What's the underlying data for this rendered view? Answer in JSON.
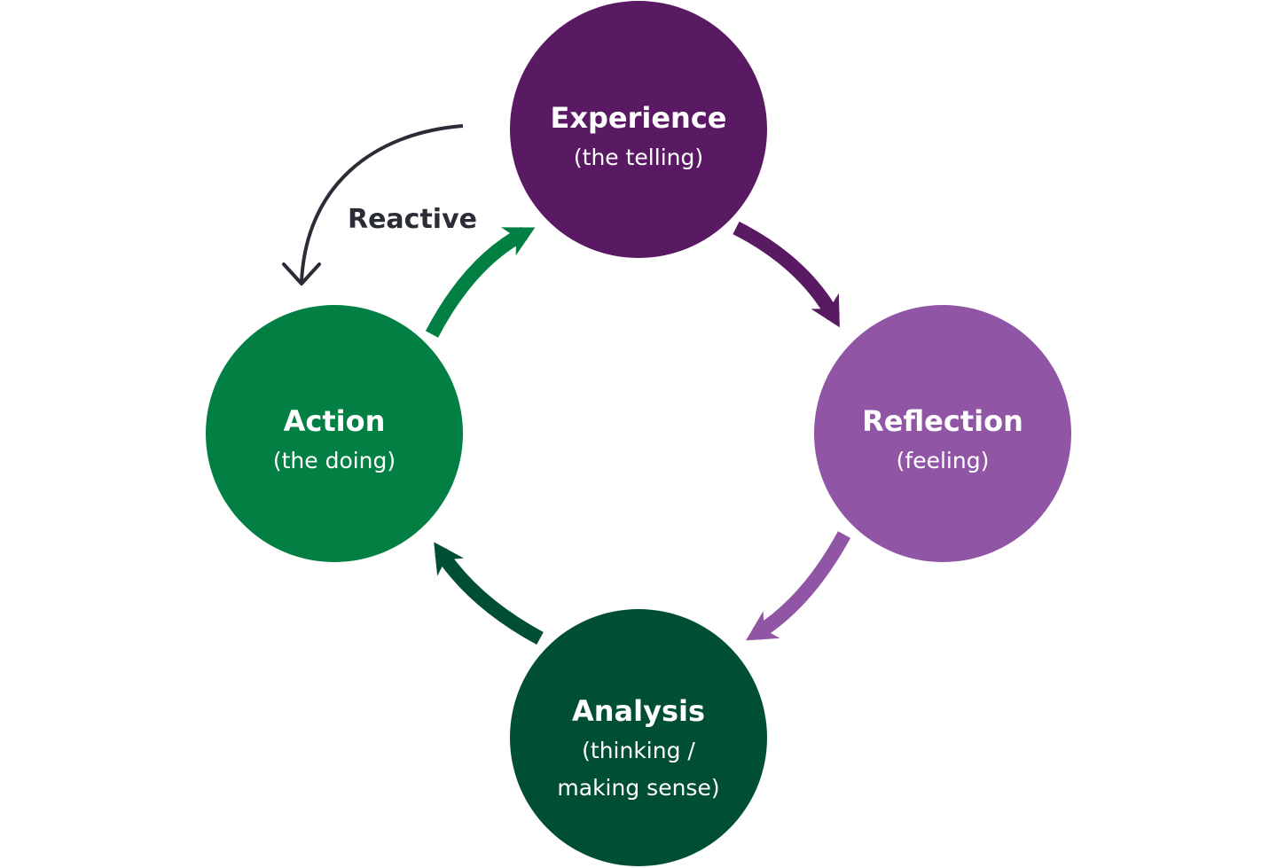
{
  "nodes": {
    "experience": {
      "title": "Experience",
      "subtitle": "(the telling)",
      "color": "#5a1a63"
    },
    "reflection": {
      "title": "Reflection",
      "subtitle": "(feeling)",
      "color": "#9155a5"
    },
    "analysis": {
      "title": "Analysis",
      "subtitle_line1": "(thinking /",
      "subtitle_line2": "making sense)",
      "color": "#014f33"
    },
    "action": {
      "title": "Action",
      "subtitle": "(the doing)",
      "color": "#028043"
    }
  },
  "reactive": {
    "label": "Reactive",
    "color": "#2b2d36"
  },
  "text_color": "#ffffff"
}
